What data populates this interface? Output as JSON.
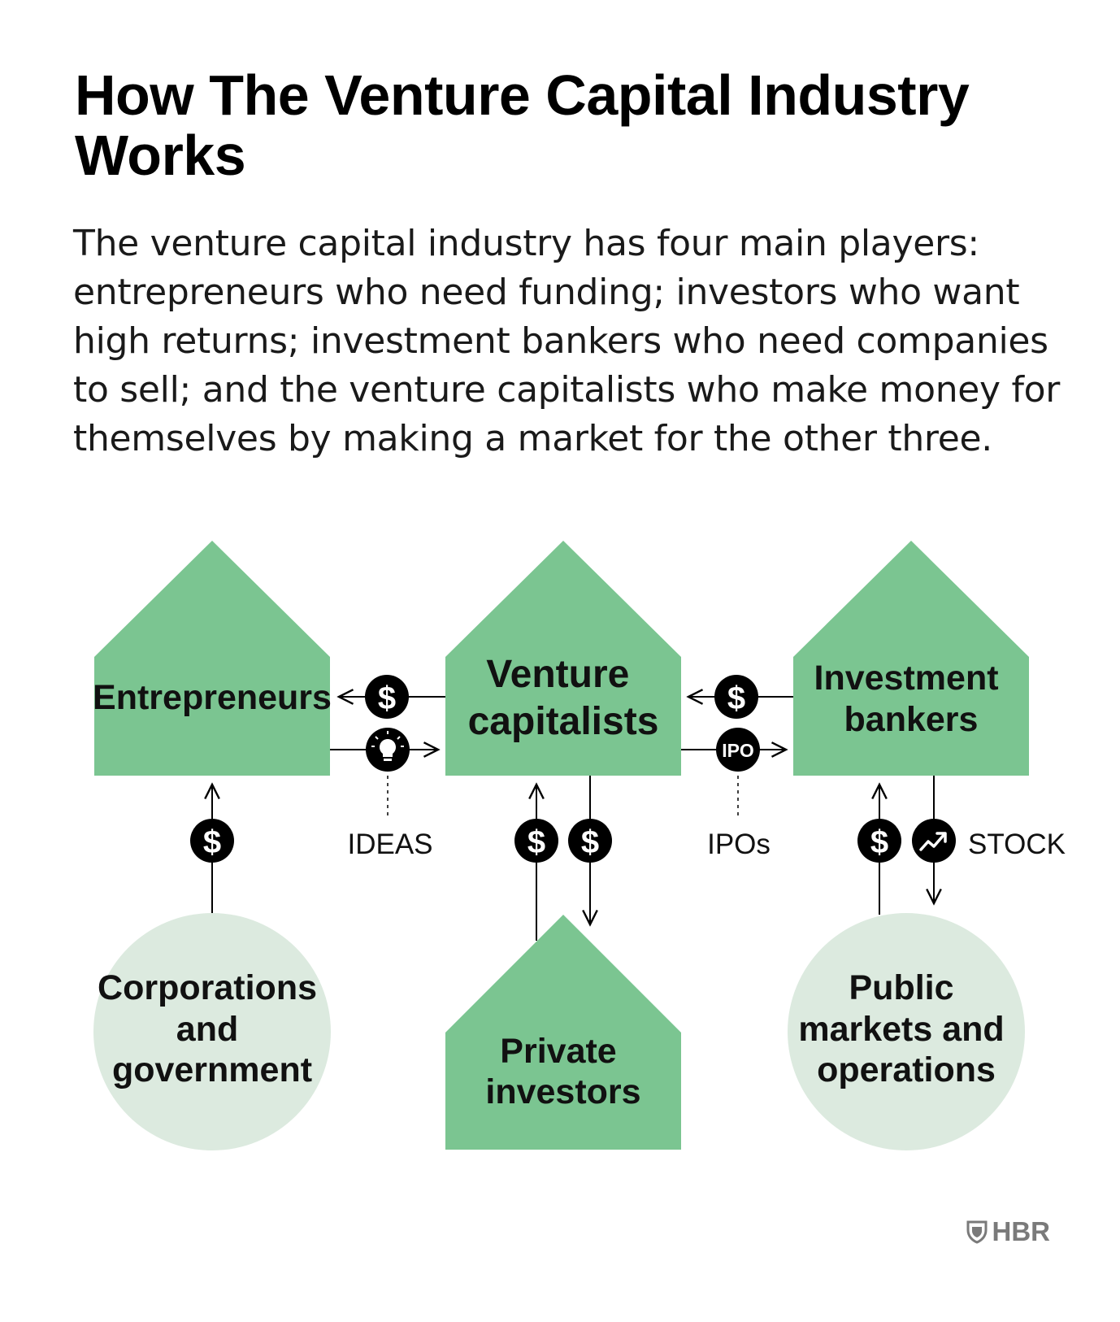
{
  "title": "How The Venture Capital Industry Works",
  "intro": "The venture capital industry has four main players: entrepreneurs who need funding; investors who want high returns; investment bankers who need companies to sell; and the venture capitalists who make money for themselves by making a market for the other three.",
  "colors": {
    "house_green": "#7bc591",
    "circle_green": "#dceadf",
    "icon_black": "#000000",
    "text": "#111111",
    "brand_gray": "#7a7a7a"
  },
  "nodes": {
    "entrepreneurs": {
      "lines": [
        "Entrepreneurs"
      ],
      "shape": "house"
    },
    "venture_capitalists": {
      "lines": [
        "Venture",
        "capitalists"
      ],
      "shape": "house"
    },
    "investment_bankers": {
      "lines": [
        "Investment",
        "bankers"
      ],
      "shape": "house"
    },
    "corporations": {
      "lines": [
        "Corporations",
        "and",
        "government"
      ],
      "shape": "circle"
    },
    "private_investors": {
      "lines": [
        "Private",
        "investors"
      ],
      "shape": "house"
    },
    "public_markets": {
      "lines": [
        "Public",
        "markets and",
        "operations"
      ],
      "shape": "circle"
    }
  },
  "flows": [
    {
      "from": "venture_capitalists",
      "to": "entrepreneurs",
      "icon": "dollar-icon"
    },
    {
      "from": "entrepreneurs",
      "to": "venture_capitalists",
      "icon": "lightbulb-icon",
      "label": "IDEAS"
    },
    {
      "from": "investment_bankers",
      "to": "venture_capitalists",
      "icon": "dollar-icon"
    },
    {
      "from": "venture_capitalists",
      "to": "investment_bankers",
      "icon": "ipo-icon",
      "label": "IPOs"
    },
    {
      "from": "corporations",
      "to": "entrepreneurs",
      "icon": "dollar-icon"
    },
    {
      "from": "private_investors",
      "to": "venture_capitalists",
      "icon": "dollar-icon"
    },
    {
      "from": "venture_capitalists",
      "to": "private_investors",
      "icon": "dollar-icon"
    },
    {
      "from": "public_markets",
      "to": "investment_bankers",
      "icon": "dollar-icon"
    },
    {
      "from": "investment_bankers",
      "to": "public_markets",
      "icon": "stock-chart-icon",
      "label": "STOCK"
    }
  ],
  "icon_text": {
    "dollar": "$",
    "ipo": "IPO"
  },
  "flow_labels": {
    "ideas": "IDEAS",
    "ipos": "IPOs",
    "stock": "STOCK"
  },
  "brand": {
    "name": "HBR",
    "icon": "shield-icon"
  }
}
